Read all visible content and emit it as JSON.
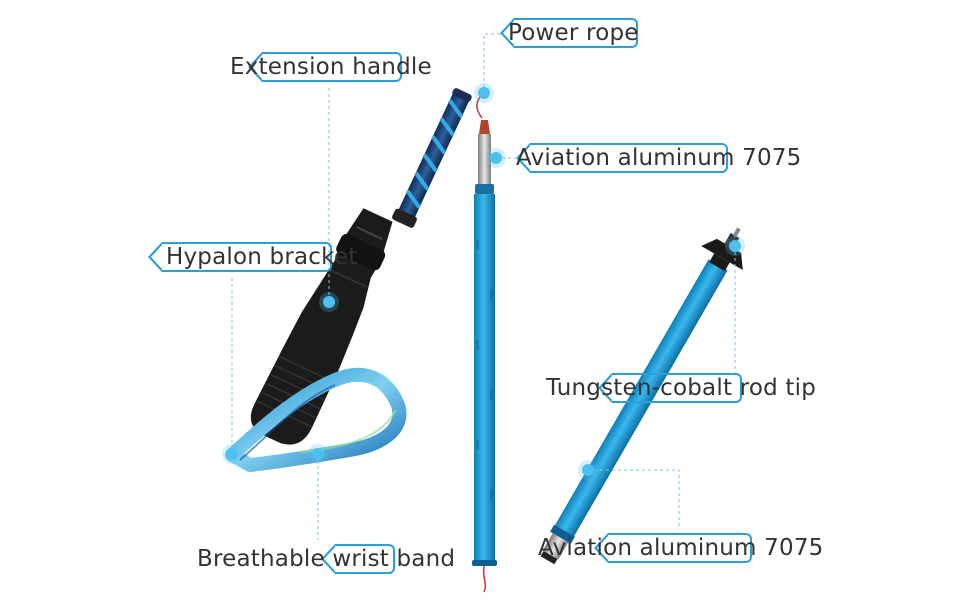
{
  "labels": {
    "power_rope": "Power rope",
    "extension_handle": "Extension handle",
    "aviation_top": "Aviation aluminum 7075",
    "hypalon": "Hypalon bracket",
    "tungsten": "Tungsten-cobalt rod tip",
    "wrist_band": "Breathable wrist band",
    "aviation_bottom": "Aviation aluminum 7075"
  },
  "colors": {
    "accent": "#2c9fd6",
    "pole_blue": "#1ea3df",
    "handle_black": "#1b1b1b",
    "text": "#333333"
  }
}
